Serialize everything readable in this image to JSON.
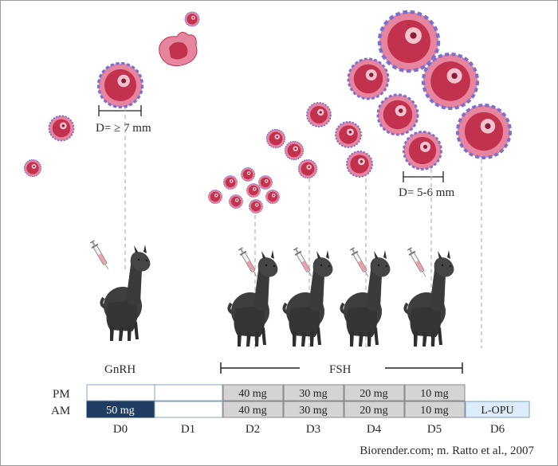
{
  "follicle_labels": {
    "gnrh_diameter": "D= ≥ 7 mm",
    "fsh_diameter": "D= 5-6 mm"
  },
  "treatment_labels": {
    "gnrh": "GnRH",
    "fsh": "FSH"
  },
  "rows": {
    "pm_label": "PM",
    "am_label": "AM"
  },
  "schedule": {
    "pm": [
      "",
      "",
      "40 mg",
      "30 mg",
      "20 mg",
      "10 mg"
    ],
    "am": [
      "50 mg",
      "",
      "40 mg",
      "30 mg",
      "20 mg",
      "10 mg",
      "L-OPU"
    ]
  },
  "days": [
    "D0",
    "D1",
    "D2",
    "D3",
    "D4",
    "D5",
    "D6"
  ],
  "credit": "Biorender.com; m. Ratto et al., 2007",
  "colors": {
    "follicle_outer": "#e8859e",
    "follicle_inner": "#c2324f",
    "follicle_border": "#7b6fd0",
    "cell_gray": "#d4d4d4",
    "cell_navy": "#1f3d63",
    "cell_light_blue": "#dcecf8",
    "alpaca": "#3c3c3c"
  },
  "icons": [
    "syringe-icon",
    "alpaca-icon",
    "follicle-icon",
    "corpus-luteum-icon"
  ]
}
